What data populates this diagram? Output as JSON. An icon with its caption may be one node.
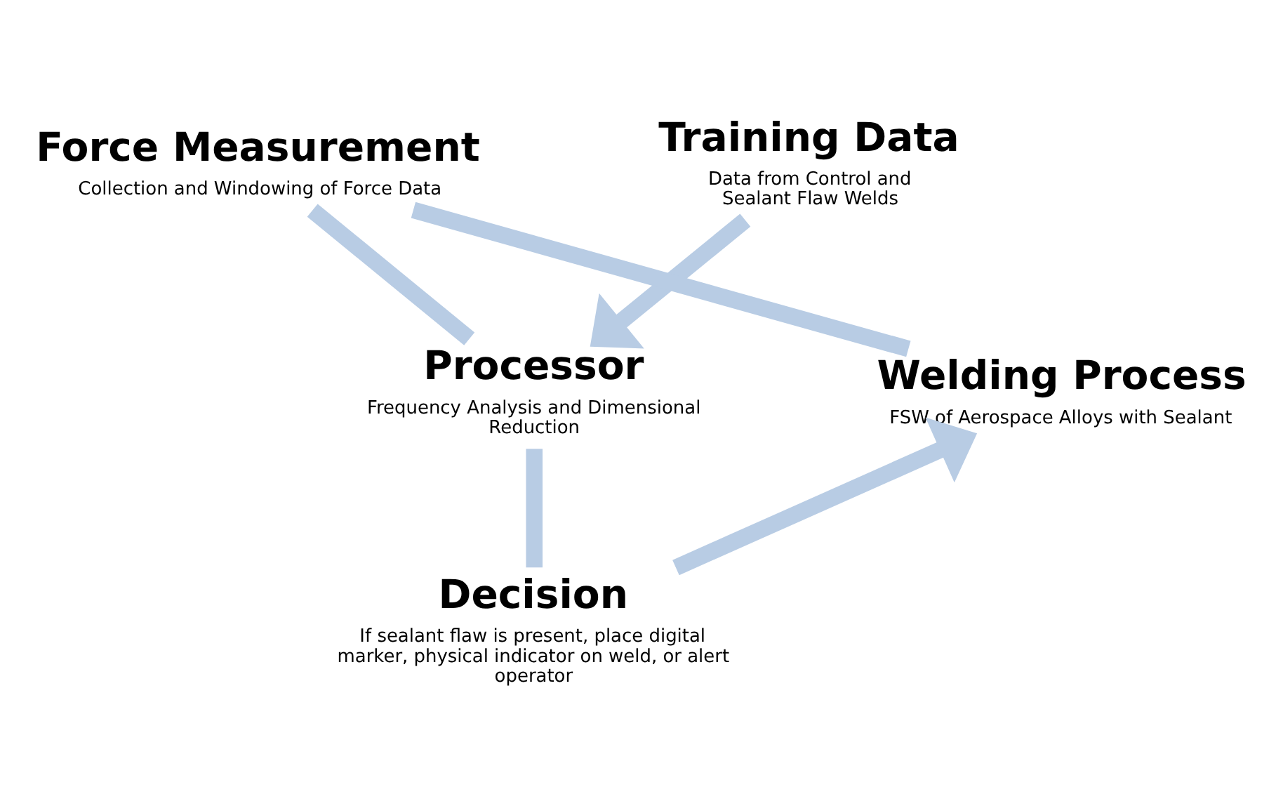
{
  "diagram": {
    "nodes": [
      {
        "text": [
          "Force Measurement",
          "Collection and Windowing of Force Data"
        ]
      },
      {
        "text": [
          "Training Data",
          "Data from Control and Sealant Flaw Welds"
        ]
      },
      {
        "text": [
          "Welding Process",
          "FSW of Aerospace Alloys with Sealant"
        ]
      },
      {
        "text": [
          "Processor",
          "Frequency Analysis and Dimensional Reduction"
        ]
      },
      {
        "text": [
          "Decision",
          "If sealant flaw is present, place digital marker, physical indicator on weld, or alert operator"
        ]
      }
    ],
    "edges": [
      {
        "from": 2,
        "to": 0,
        "arrow": "none"
      },
      {
        "from": 0,
        "to": 3,
        "arrow": "none"
      },
      {
        "from": 3,
        "to": 4,
        "arrow": "none"
      },
      {
        "from": 4,
        "to": 2,
        "arrow": "to"
      },
      {
        "from": 1,
        "to": 3,
        "arrow": "to"
      }
    ]
  }
}
